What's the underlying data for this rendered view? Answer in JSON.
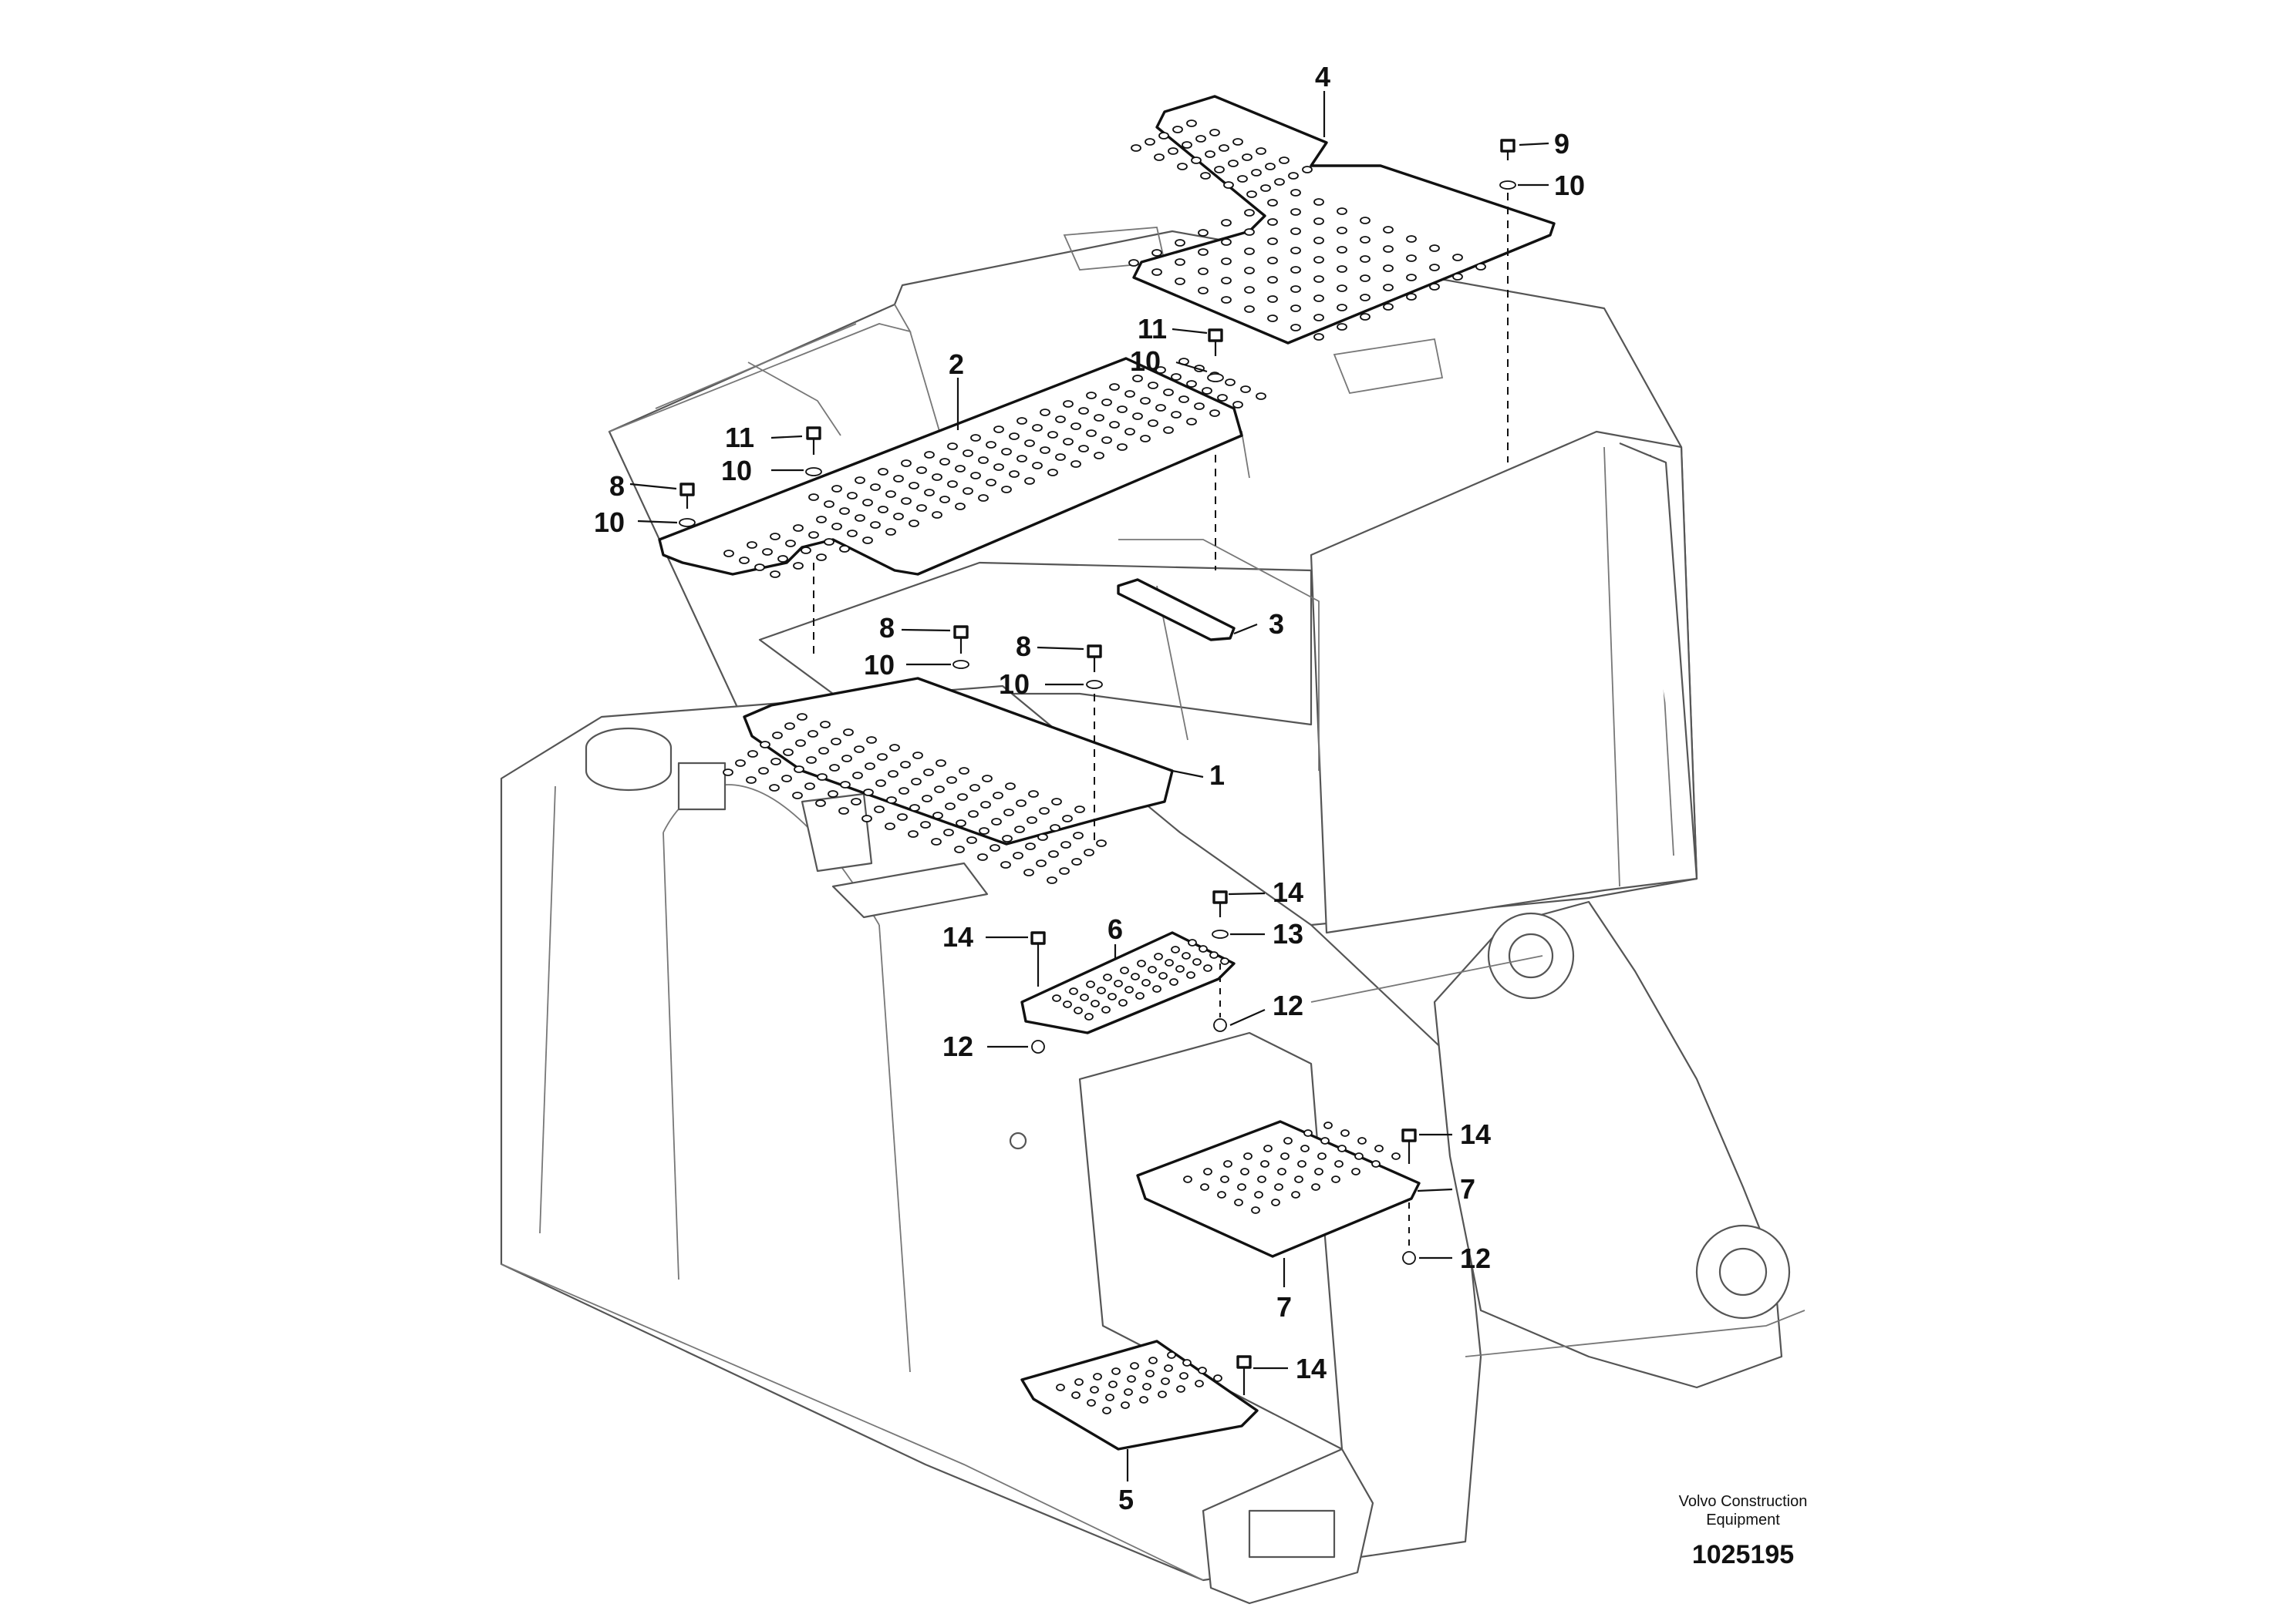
{
  "diagram": {
    "callouts": [
      "4",
      "9",
      "10",
      "11",
      "10",
      "2",
      "11",
      "10",
      "8",
      "10",
      "3",
      "8",
      "10",
      "8",
      "10",
      "1",
      "14",
      "6",
      "14",
      "13",
      "12",
      "12",
      "14",
      "7",
      "12",
      "7",
      "14",
      "5"
    ],
    "footer": {
      "brand_line1": "Volvo Construction",
      "brand_line2": "Equipment",
      "drawing_number": "1025195"
    }
  }
}
